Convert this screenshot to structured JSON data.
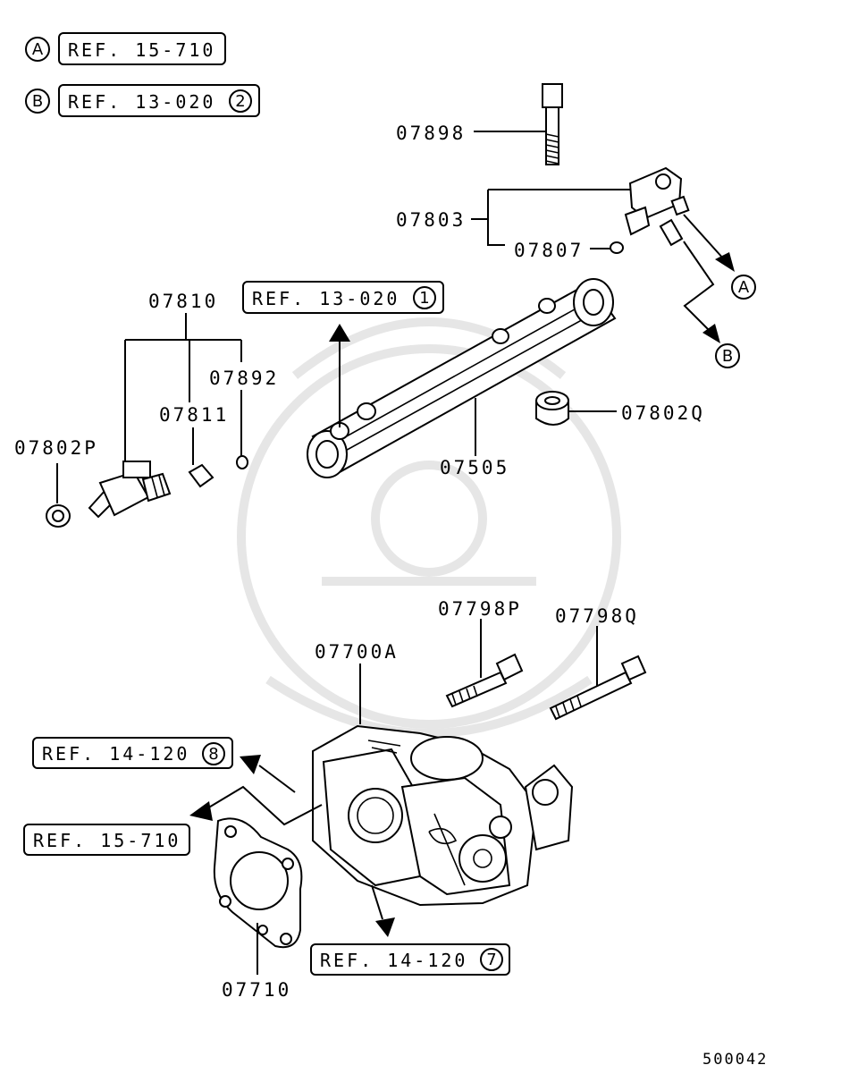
{
  "legend": [
    {
      "letter": "A",
      "ref": "REF. 15-710",
      "sub": ""
    },
    {
      "letter": "B",
      "ref": "REF. 13-020",
      "sub": "2"
    }
  ],
  "parts": {
    "p07898": "07898",
    "p07803": "07803",
    "p07807": "07807",
    "p07810": "07810",
    "p07892": "07892",
    "p07811": "07811",
    "p07802P": "07802P",
    "p07802Q": "07802Q",
    "p07505": "07505",
    "p07798P": "07798P",
    "p07798Q": "07798Q",
    "p07700A": "07700A",
    "p07710": "07710"
  },
  "refs": {
    "r1": {
      "text": "REF. 13-020",
      "sub": "1"
    },
    "r2": {
      "text": "REF. 14-120",
      "sub": "8"
    },
    "r3": {
      "text": "REF. 15-710",
      "sub": ""
    },
    "r4": {
      "text": "REF. 14-120",
      "sub": "7"
    }
  },
  "arrow_tags": {
    "a": "A",
    "b": "B"
  },
  "diagram_id": "500042"
}
